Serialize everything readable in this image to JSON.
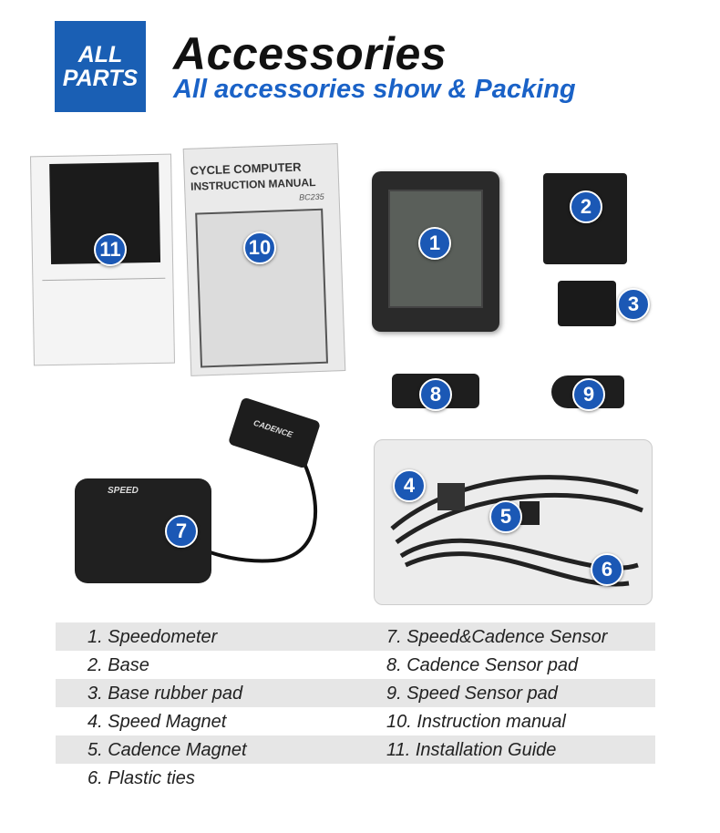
{
  "header": {
    "badge_line1": "ALL",
    "badge_line2": "PARTS",
    "title": "Accessories",
    "subtitle": "All accessories show & Packing"
  },
  "manual": {
    "title_line1": "CYCLE COMPUTER",
    "title_line2": "INSTRUCTION MANUAL",
    "model": "BC235"
  },
  "sensor_labels": {
    "speed": "SPEED",
    "cadence": "CADENCE"
  },
  "markers": [
    "1",
    "2",
    "3",
    "4",
    "5",
    "6",
    "7",
    "8",
    "9",
    "10",
    "11"
  ],
  "list": {
    "left": [
      "1. Speedometer",
      "2. Base",
      "3. Base rubber pad",
      "4. Speed Magnet",
      "5. Cadence Magnet",
      "6. Plastic ties"
    ],
    "right": [
      "7. Speed&Cadence Sensor",
      "8. Cadence Sensor pad",
      "9. Speed Sensor pad",
      "10. Instruction manual",
      "11. Installation Guide"
    ]
  },
  "colors": {
    "accent": "#1a5fb4",
    "marker": "#1b58b5",
    "row_shade": "#e6e6e6"
  }
}
